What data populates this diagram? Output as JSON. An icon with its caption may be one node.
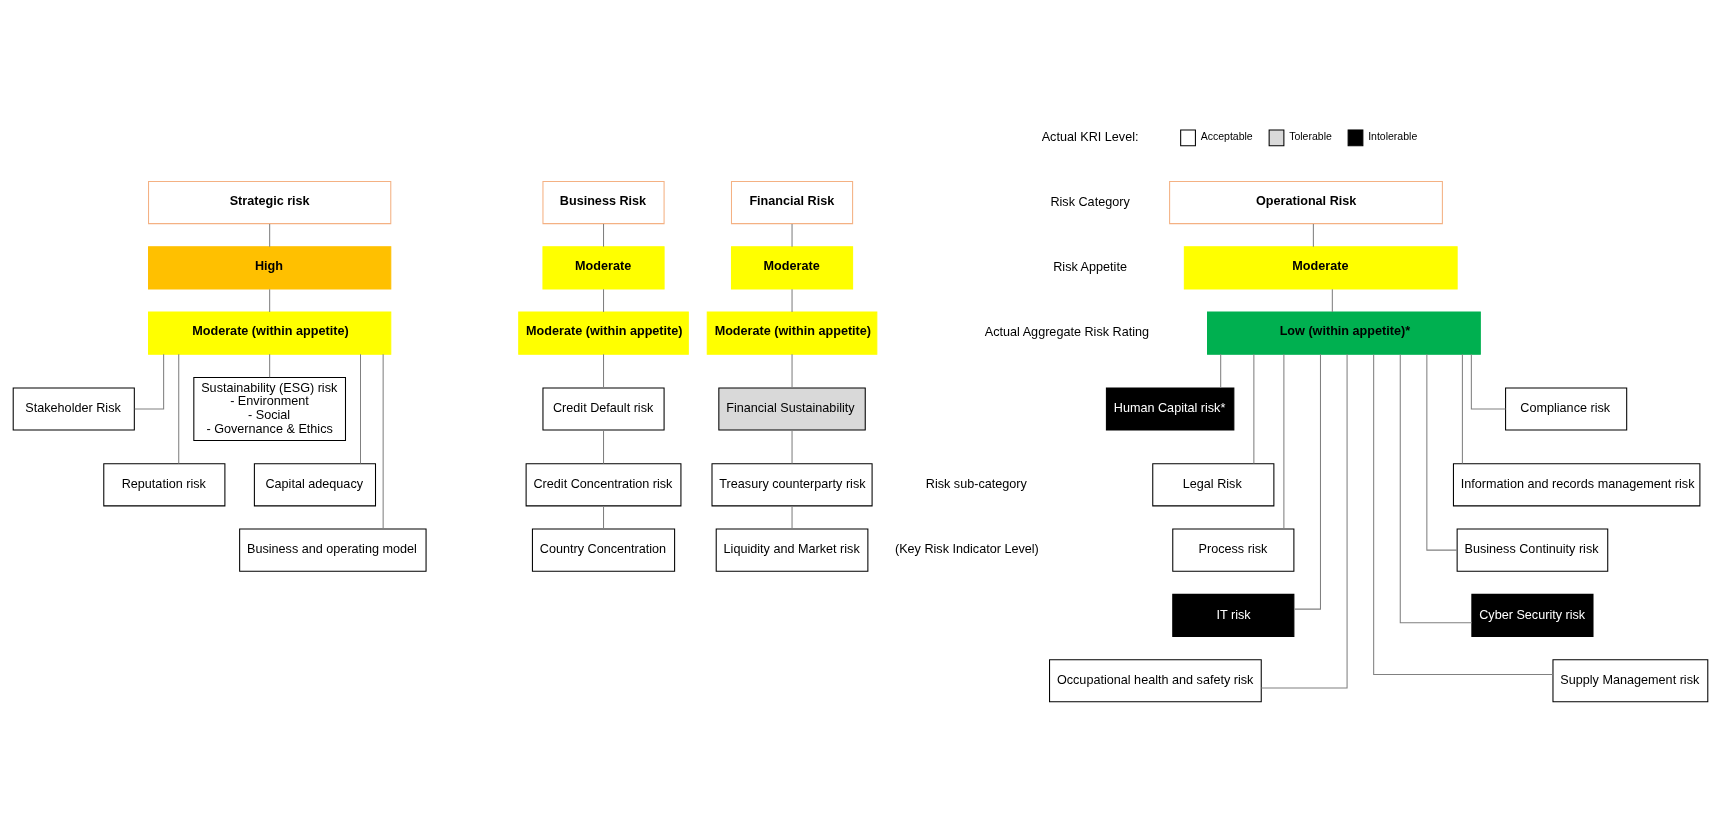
{
  "diagram": {
    "nodes": [
      {
        "text": [
          "Strategic risk"
        ]
      },
      {
        "text": [
          "Business Risk"
        ]
      },
      {
        "text": [
          "Financial Risk"
        ]
      },
      {
        "text": [
          "Operational Risk"
        ]
      },
      {
        "text": [
          "High"
        ]
      },
      {
        "text": [
          "Moderate"
        ]
      },
      {
        "text": [
          "Moderate"
        ]
      },
      {
        "text": [
          "Moderate"
        ]
      },
      {
        "text": [
          "Moderate (within appetite)"
        ]
      },
      {
        "text": [
          "Moderate (within appetite)"
        ]
      },
      {
        "text": [
          "Moderate (within appetite)"
        ]
      },
      {
        "text": [
          "Low (within appetite)*"
        ]
      },
      {
        "text": [
          "Stakeholder Risk"
        ]
      },
      {
        "text": [
          "Sustainability (ESG) risk",
          "- Environment",
          "- Social",
          "- Governance & Ethics"
        ]
      },
      {
        "text": [
          "Reputation risk"
        ]
      },
      {
        "text": [
          "Business and operating model"
        ]
      },
      {
        "text": [
          "Capital adequacy"
        ]
      },
      {
        "text": [
          "Credit Default risk"
        ]
      },
      {
        "text": [
          "Credit Concentration risk"
        ]
      },
      {
        "text": [
          "Country Concentration"
        ]
      },
      {
        "text": [
          "Financial Sustainability"
        ]
      },
      {
        "text": [
          "Treasury counterparty risk"
        ]
      },
      {
        "text": [
          "Liquidity and Market risk"
        ]
      },
      {
        "text": [
          "Human Capital risk*"
        ]
      },
      {
        "text": [
          "Compliance risk"
        ]
      },
      {
        "text": [
          "Legal Risk"
        ]
      },
      {
        "text": [
          "Information and records management risk"
        ]
      },
      {
        "text": [
          "Process risk"
        ]
      },
      {
        "text": [
          "Business Continuity risk"
        ]
      },
      {
        "text": [
          "IT risk"
        ]
      },
      {
        "text": [
          "Cyber Security risk"
        ]
      },
      {
        "text": [
          "Occupational health and safety risk"
        ]
      },
      {
        "text": [
          "Supply Management risk"
        ]
      }
    ],
    "edges": [
      {
        "from": 0,
        "to": 4,
        "arrow": "none"
      },
      {
        "from": 4,
        "to": 8,
        "arrow": "none"
      },
      {
        "from": 1,
        "to": 5,
        "arrow": "none"
      },
      {
        "from": 5,
        "to": 9,
        "arrow": "none"
      },
      {
        "from": 2,
        "to": 6,
        "arrow": "none"
      },
      {
        "from": 6,
        "to": 10,
        "arrow": "none"
      },
      {
        "from": 3,
        "to": 7,
        "arrow": "none"
      },
      {
        "from": 7,
        "to": 11,
        "arrow": "none"
      },
      {
        "from": 8,
        "to": 12,
        "arrow": "none"
      },
      {
        "from": 8,
        "to": 13,
        "arrow": "none"
      },
      {
        "from": 8,
        "to": 14,
        "arrow": "none"
      },
      {
        "from": 8,
        "to": 15,
        "arrow": "none"
      },
      {
        "from": 8,
        "to": 16,
        "arrow": "none"
      },
      {
        "from": 9,
        "to": 17,
        "arrow": "none"
      },
      {
        "from": 17,
        "to": 18,
        "arrow": "none"
      },
      {
        "from": 18,
        "to": 19,
        "arrow": "none"
      },
      {
        "from": 10,
        "to": 20,
        "arrow": "none"
      },
      {
        "from": 20,
        "to": 21,
        "arrow": "none"
      },
      {
        "from": 21,
        "to": 22,
        "arrow": "none"
      },
      {
        "from": 11,
        "to": 23,
        "arrow": "none"
      },
      {
        "from": 11,
        "to": 24,
        "arrow": "none"
      },
      {
        "from": 11,
        "to": 25,
        "arrow": "none"
      },
      {
        "from": 11,
        "to": 26,
        "arrow": "none"
      },
      {
        "from": 11,
        "to": 27,
        "arrow": "none"
      },
      {
        "from": 11,
        "to": 28,
        "arrow": "none"
      },
      {
        "from": 11,
        "to": 29,
        "arrow": "none"
      },
      {
        "from": 11,
        "to": 30,
        "arrow": "none"
      },
      {
        "from": 11,
        "to": 31,
        "arrow": "none"
      },
      {
        "from": 11,
        "to": 32,
        "arrow": "none"
      }
    ],
    "labels": [
      "Actual KRI Level:",
      "Risk Category",
      "Risk Appetite",
      "Actual Aggregate Risk Rating",
      "Risk sub-category",
      "(Key Risk Indicator Level)"
    ],
    "legend": [
      {
        "text": "Acceptable",
        "color": "#ffffff"
      },
      {
        "text": "Tolerable",
        "color": "#d9d9d9"
      },
      {
        "text": "Intolerable",
        "color": "#000000"
      }
    ]
  }
}
